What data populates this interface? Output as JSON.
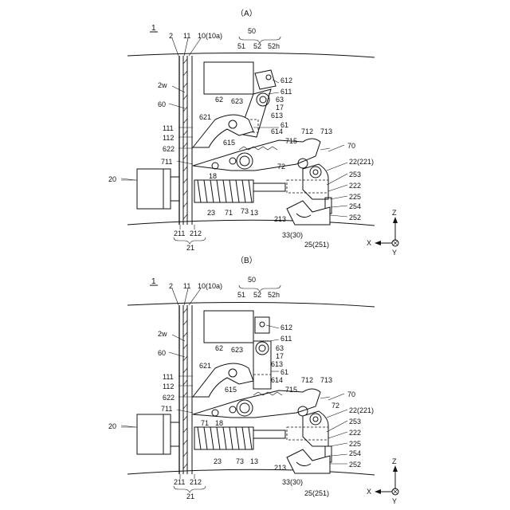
{
  "panels": [
    {
      "id": "A",
      "caption": "（A）",
      "ref": "1",
      "labels": {
        "l2": "2",
        "l11": "11",
        "l10": "10(10a)",
        "l50": "50",
        "l51": "51",
        "l52": "52",
        "l52h": "52h",
        "l2w": "2w",
        "l60": "60",
        "l62": "62",
        "l621": "621",
        "l623": "623",
        "l612": "612",
        "l611": "611",
        "l63": "63",
        "l17": "17",
        "l613": "613",
        "l61": "61",
        "l614": "614",
        "l111": "111",
        "l112": "112",
        "l622": "622",
        "l615": "615",
        "l712": "712",
        "l713": "713",
        "l715": "715",
        "l70": "70",
        "l711": "711",
        "l72": "72",
        "l22": "22(221)",
        "l18": "18",
        "l253": "253",
        "l20": "20",
        "l222": "222",
        "l225": "225",
        "l23": "23",
        "l71": "71",
        "l73": "73",
        "l13": "13",
        "l254": "254",
        "l213": "213",
        "l252": "252",
        "l211": "211",
        "l212": "212",
        "l21": "21",
        "l33": "33(30)",
        "l25": "25(251)"
      }
    },
    {
      "id": "B",
      "caption": "（B）",
      "ref": "1",
      "labels": {
        "l2": "2",
        "l11": "11",
        "l10": "10(10a)",
        "l50": "50",
        "l51": "51",
        "l52": "52",
        "l52h": "52h",
        "l2w": "2w",
        "l60": "60",
        "l62": "62",
        "l621": "621",
        "l623": "623",
        "l612": "612",
        "l611": "611",
        "l63": "63",
        "l17": "17",
        "l613": "613",
        "l61": "61",
        "l614": "614",
        "l111": "111",
        "l112": "112",
        "l622": "622",
        "l615": "615",
        "l712": "712",
        "l713": "713",
        "l715": "715",
        "l70": "70",
        "l711": "711",
        "l72": "72",
        "l22": "22(221)",
        "l18": "18",
        "l253": "253",
        "l20": "20",
        "l222": "222",
        "l225": "225",
        "l23": "23",
        "l71": "71",
        "l73": "73",
        "l13": "13",
        "l254": "254",
        "l213": "213",
        "l252": "252",
        "l211": "211",
        "l212": "212",
        "l21": "21",
        "l33": "33(30)",
        "l25": "25(251)"
      }
    }
  ],
  "axes": {
    "z": "Z",
    "x": "X",
    "y": "Y"
  }
}
